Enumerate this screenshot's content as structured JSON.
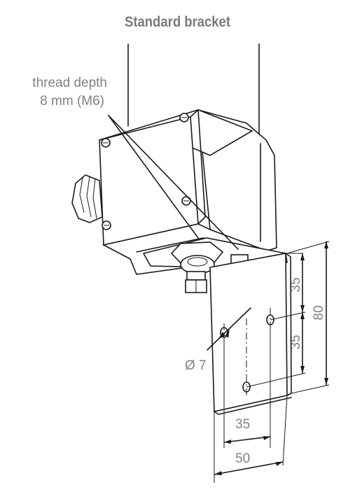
{
  "title": "Standard bracket",
  "annotation": {
    "line1": "thread depth",
    "line2": "8 mm (M6)"
  },
  "hole_label": "Ø 7",
  "dimensions": {
    "upper_vertical": "35",
    "lower_vertical": "35",
    "total_vertical": "80",
    "hole_spacing": "35",
    "bracket_width": "50"
  },
  "colors": {
    "text": "#808080",
    "title": "#7a7a7a",
    "line": "#1a1a1a"
  }
}
